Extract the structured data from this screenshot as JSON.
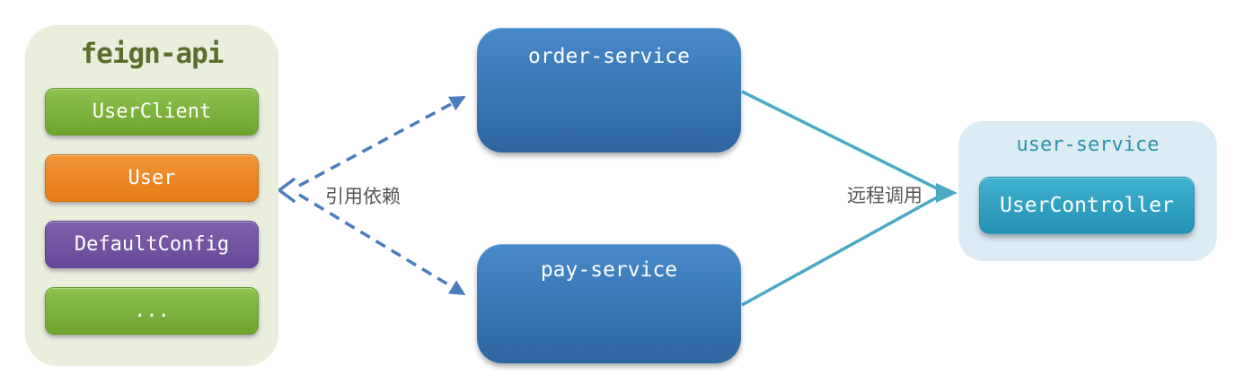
{
  "diagram": {
    "feign_api": {
      "title": "feign-api",
      "items": [
        {
          "label": "UserClient",
          "color": "green"
        },
        {
          "label": "User",
          "color": "orange"
        },
        {
          "label": "DefaultConfig",
          "color": "purple"
        },
        {
          "label": "...",
          "color": "green"
        }
      ]
    },
    "services": [
      {
        "label": "order-service"
      },
      {
        "label": "pay-service"
      }
    ],
    "user_service": {
      "title": "user-service",
      "items": [
        {
          "label": "UserController"
        }
      ]
    },
    "edges": [
      {
        "label": "引用依赖",
        "style": "dashed",
        "color": "#4b7cbd",
        "from": "order-service, pay-service",
        "to": "feign-api"
      },
      {
        "label": "远程调用",
        "style": "solid",
        "color": "#4aa9c5",
        "from": "order-service, pay-service",
        "to": "user-service"
      }
    ],
    "colors": {
      "feign_panel_bg": "#e9eedd",
      "user_panel_bg": "#dcecf4",
      "node_green": "#7cb23d",
      "node_orange": "#ec8827",
      "node_purple": "#73559f",
      "node_blue": "#3b78b7",
      "node_teal": "#31a1c3",
      "feign_title_color": "#5a6e2f",
      "user_title_color": "#2e8fad",
      "edge_label_color": "#545454"
    }
  }
}
